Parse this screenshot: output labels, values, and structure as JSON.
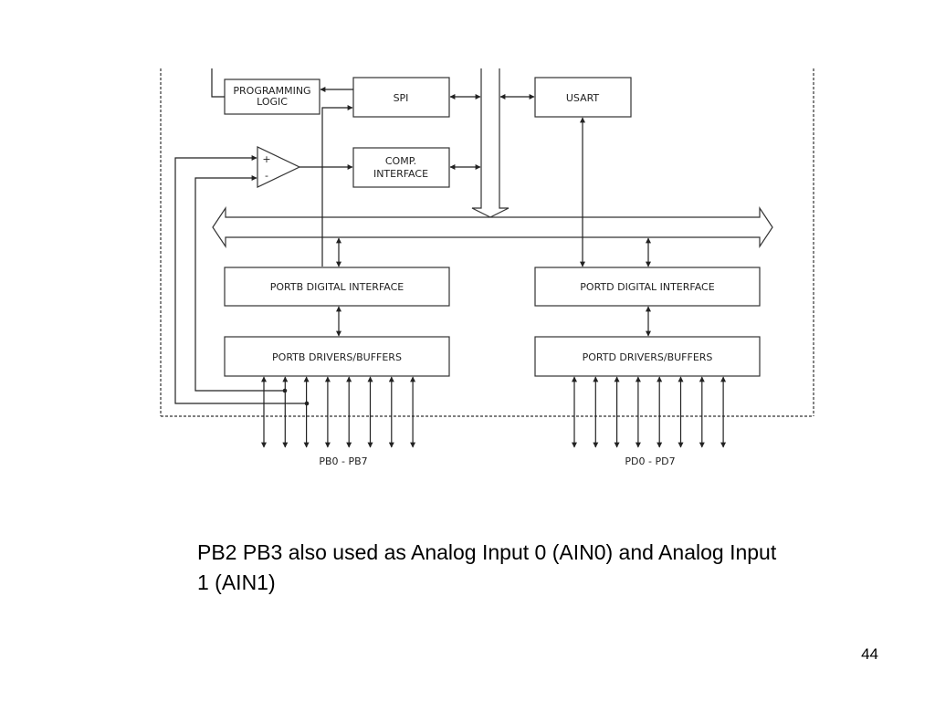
{
  "diagram": {
    "blocks": {
      "programming_logic": [
        "PROGRAMMING",
        "LOGIC"
      ],
      "spi": "SPI",
      "usart": "USART",
      "comp_interface": [
        "COMP.",
        "INTERFACE"
      ],
      "comparator_plus": "+",
      "comparator_minus": "-",
      "portb_digital": "PORTB DIGITAL INTERFACE",
      "portd_digital": "PORTD DIGITAL INTERFACE",
      "portb_drivers": "PORTB DRIVERS/BUFFERS",
      "portd_drivers": "PORTD DRIVERS/BUFFERS"
    },
    "pins": {
      "portb": "PB0 - PB7",
      "portd": "PD0 - PD7"
    }
  },
  "caption": "PB2 PB3 also used as Analog Input 0 (AIN0) and Analog Input 1 (AIN1)",
  "page_number": "44"
}
